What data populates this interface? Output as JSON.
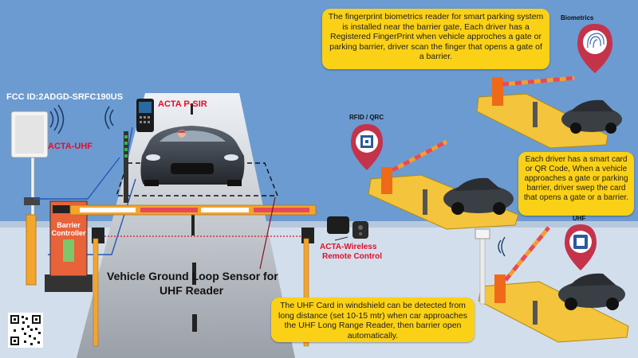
{
  "fcc_id": "FCC ID:2ADGD-SRFC190US",
  "labels": {
    "acta_uhf": "ACTA-UHF",
    "acta_psir": "ACTA P-SIR",
    "barrier_controller": "Barrier Controller",
    "ground_loop_line1": "Vehicle Ground Loop Sensor for",
    "ground_loop_line2": "UHF Reader",
    "wireless_remote_line1": "ACTA-Wireless",
    "wireless_remote_line2": "Remote Control",
    "biometrics": "Biometrics",
    "rfid_qrc": "RFID / QRC",
    "uhf": "UHF"
  },
  "callouts": {
    "biometrics": "The fingerprint biometrics reader for smart parking system is installed near the barrier gate, Each driver has a Registered FingerPrint when  vehicle approches a gate or parking barrier, driver scan the finger that opens a gate of a barrier.",
    "rfid": "Each driver has a smart card or QR Code, When a vehicle approaches a gate or parking barrier, driver swep the card that opens a gate or a barrier.",
    "uhf": "The UHF Card in windshield can be detected from long distance (set 10-15 mtr) when car approaches the UHF Long Range Reader, then barrier open automatically."
  },
  "colors": {
    "sky": "#6b9bd1",
    "ground": "#d7e1ef",
    "callout": "#fbd117",
    "red_label": "#e0102a",
    "barrier_red": "#e64a5a",
    "barrier_orange": "#f08a1e",
    "pin": "#c4334a"
  },
  "icons": [
    "wifi-signal-icon",
    "fingerprint-icon",
    "qr-code-icon",
    "uhf-card-icon",
    "map-pin-icon",
    "remote-key-icon"
  ]
}
